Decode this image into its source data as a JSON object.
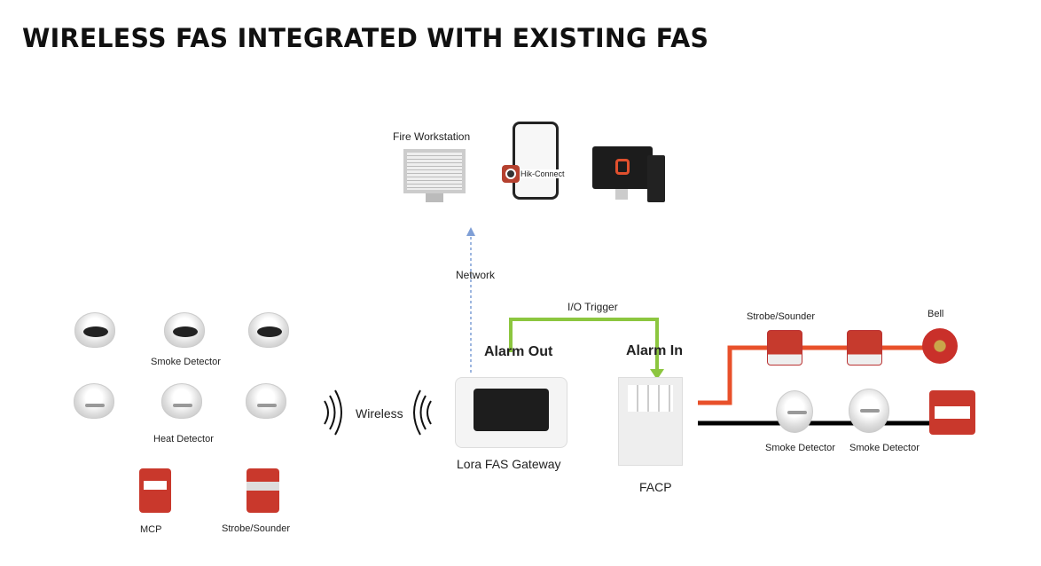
{
  "title": "WIRELESS FAS INTEGRATED WITH EXISTING FAS",
  "top": {
    "workstation_label": "Fire Workstation",
    "app_label": "Hik-Connect"
  },
  "links": {
    "network": "Network",
    "io_trigger": "I/O Trigger",
    "wireless": "Wireless"
  },
  "gateway": {
    "alarm_out": "Alarm Out",
    "label": "Lora FAS Gateway"
  },
  "facp": {
    "alarm_in": "Alarm In",
    "label": "FACP"
  },
  "left": {
    "smoke": "Smoke Detector",
    "heat": "Heat Detector",
    "mcp": "MCP",
    "strobe": "Strobe/Sounder"
  },
  "right": {
    "strobe": "Strobe/Sounder",
    "bell": "Bell",
    "smoke1": "Smoke Detector",
    "smoke2": "Smoke Detector"
  },
  "colors": {
    "network_arrow": "#7f9fd6",
    "io_trigger_line": "#8cc63f",
    "sounder_loop": "#e8502a",
    "detector_loop": "#000000",
    "device_red": "#c9382c"
  }
}
